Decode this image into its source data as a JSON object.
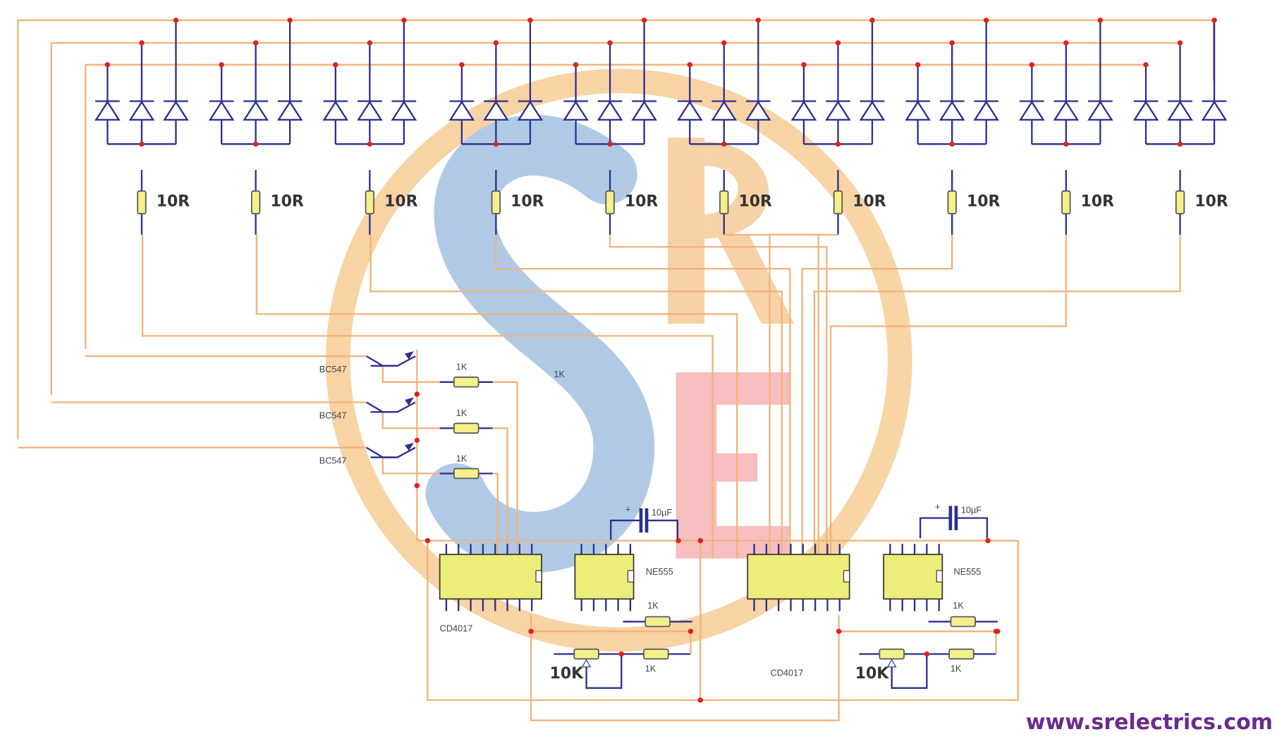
{
  "watermark": {
    "letters": [
      "S",
      "R",
      "E"
    ],
    "colors": {
      "ring": "#f7c98e",
      "s": "#9dbde0",
      "r": "#f5c890",
      "e": "#f6aeb1"
    }
  },
  "led_groups": {
    "count": 10,
    "leds_per_group": 3,
    "resistor_labels": [
      "10R",
      "10R",
      "10R",
      "10R",
      "10R",
      "10R",
      "10R",
      "10R",
      "10R",
      "10R"
    ]
  },
  "transistors": [
    {
      "label": "BC547"
    },
    {
      "label": "BC547"
    },
    {
      "label": "BC547"
    }
  ],
  "base_resistors": [
    "1K",
    "1K",
    "1K"
  ],
  "stray_label": "1K",
  "chips": {
    "counter1": "CD4017",
    "counter2": "CD4017",
    "timer1": "NE555",
    "timer2": "NE555"
  },
  "capacitors": [
    {
      "plus": "+",
      "label": "10µF"
    },
    {
      "plus": "+",
      "label": "10µF"
    }
  ],
  "timer1_parts": {
    "r_top": "1K",
    "r_bottom": "1K",
    "pot": "10K"
  },
  "timer2_parts": {
    "r_top": "1K",
    "r_bottom": "1K",
    "pot": "10K"
  },
  "website": "www.srelectrics.com",
  "colors": {
    "wire": "#f2b27a",
    "component": "#2b2f8f",
    "body": "#f3f08a",
    "junction": "#e02020"
  }
}
